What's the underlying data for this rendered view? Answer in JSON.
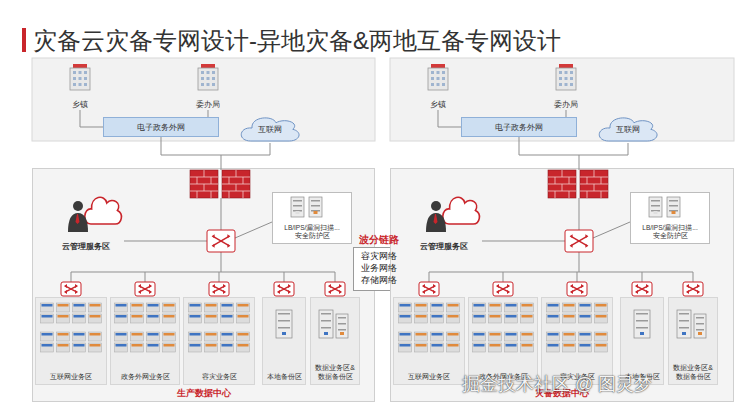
{
  "diagram": {
    "title": "灾备云灾备专网设计-异地灾备&两地互备专网设计",
    "nodes": [
      {
        "text": [
          "乡镇"
        ]
      },
      {
        "text": [
          "委办局"
        ]
      },
      {
        "text": [
          "电子政务外网"
        ]
      },
      {
        "text": [
          "互联网"
        ]
      },
      {
        "text": [
          "生产数据中心"
        ]
      },
      {
        "text": [
          "云管理服务区"
        ],
        "in": 4
      },
      {
        "text": [
          "LB/IPS/漏洞扫描... 安全防护区"
        ],
        "in": 4
      },
      {
        "text": [
          "互联网业务区"
        ],
        "in": 4
      },
      {
        "text": [
          "政务外网业务区"
        ],
        "in": 4
      },
      {
        "text": [
          "容灾业务区"
        ],
        "in": 4
      },
      {
        "text": [
          "本地备份区"
        ],
        "in": 4
      },
      {
        "text": [
          "数据业务区& 数据备份区"
        ],
        "in": 4
      },
      {
        "text": [
          "波分链路",
          "容灾网络",
          "业务网络",
          "存储网络"
        ]
      },
      {
        "text": [
          "乡镇"
        ]
      },
      {
        "text": [
          "委办局"
        ]
      },
      {
        "text": [
          "电子政务外网"
        ]
      },
      {
        "text": [
          "互联网"
        ]
      },
      {
        "text": [
          "灾备数据中心"
        ]
      },
      {
        "text": [
          "云管理服务区"
        ],
        "in": 17
      },
      {
        "text": [
          "LB/IPS/漏洞扫描... 安全防护区"
        ],
        "in": 17
      },
      {
        "text": [
          "互联网业务区"
        ],
        "in": 17
      },
      {
        "text": [
          "政务外网业务区"
        ],
        "in": 17
      },
      {
        "text": [
          "容灾业务区"
        ],
        "in": 17
      },
      {
        "text": [
          "本地备份区"
        ],
        "in": 17
      },
      {
        "text": [
          "数据业务区& 数据备份区"
        ],
        "in": 17
      }
    ],
    "edges": [
      {
        "from": 0,
        "to": 2,
        "arrow": "none"
      },
      {
        "from": 1,
        "to": 2,
        "arrow": "none"
      },
      {
        "from": 13,
        "to": 15,
        "arrow": "none"
      },
      {
        "from": 14,
        "to": 15,
        "arrow": "none"
      }
    ],
    "labels": [
      "掘金技术社区 @ 图灵梦"
    ]
  }
}
